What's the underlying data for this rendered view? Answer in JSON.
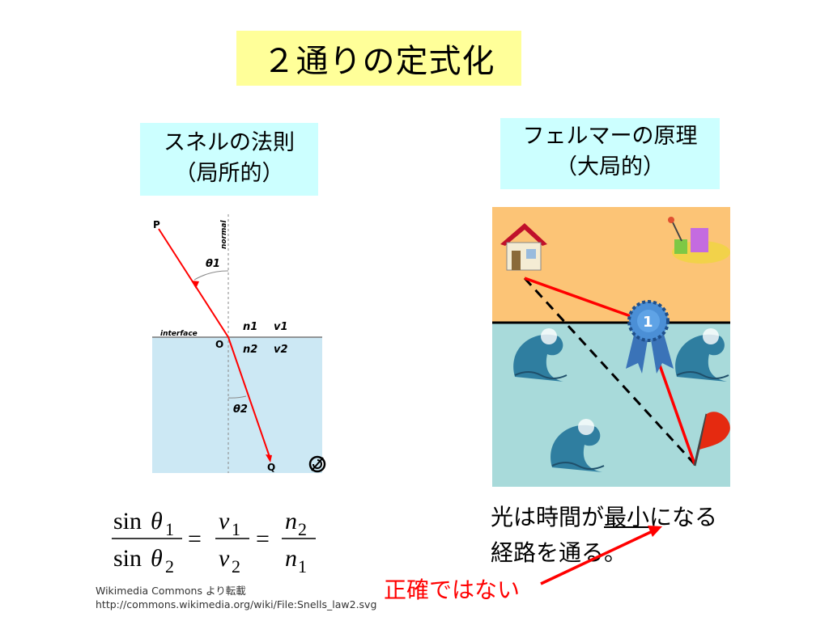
{
  "slide": {
    "title": "２通りの定式化"
  },
  "snell": {
    "box_line1": "スネルの法則",
    "box_line2": "（局所的）",
    "figure": {
      "label_p": "P",
      "label_q": "Q",
      "label_o": "O",
      "label_normal": "normal",
      "label_interface": "interface",
      "label_theta1": "θ1",
      "label_theta2": "θ2",
      "label_n1": "n1",
      "label_n2": "n2",
      "label_v1": "v1",
      "label_v2": "v2",
      "colors": {
        "medium": "#cce8f4",
        "ray": "#ff0000"
      }
    },
    "formula": {
      "sin": "sin",
      "theta": "θ",
      "sub1": "1",
      "sub2": "2",
      "v": "v",
      "n": "n",
      "equals": "="
    }
  },
  "fermat": {
    "box_line1": "フェルマーの原理",
    "box_line2": "（大局的）",
    "figure": {
      "ribbon_label": "1",
      "icons": [
        "house-icon",
        "sandcastle-icon",
        "ribbon-icon",
        "wave-icon",
        "flag-icon"
      ],
      "colors": {
        "land": "#fcc476",
        "sea": "#a8dada",
        "path": "#ff0000"
      }
    },
    "text_line1_pre": "光は時間が",
    "text_line1_underlined": "最小",
    "text_line1_post": "になる",
    "text_line2": "経路を通る。"
  },
  "annotation": {
    "wrong_label": "正確ではない",
    "color": "#ff0000"
  },
  "credit": {
    "line1": "Wikimedia Commons より転載",
    "line2": "http://commons.wikimedia.org/wiki/File:Snells_law2.svg"
  }
}
